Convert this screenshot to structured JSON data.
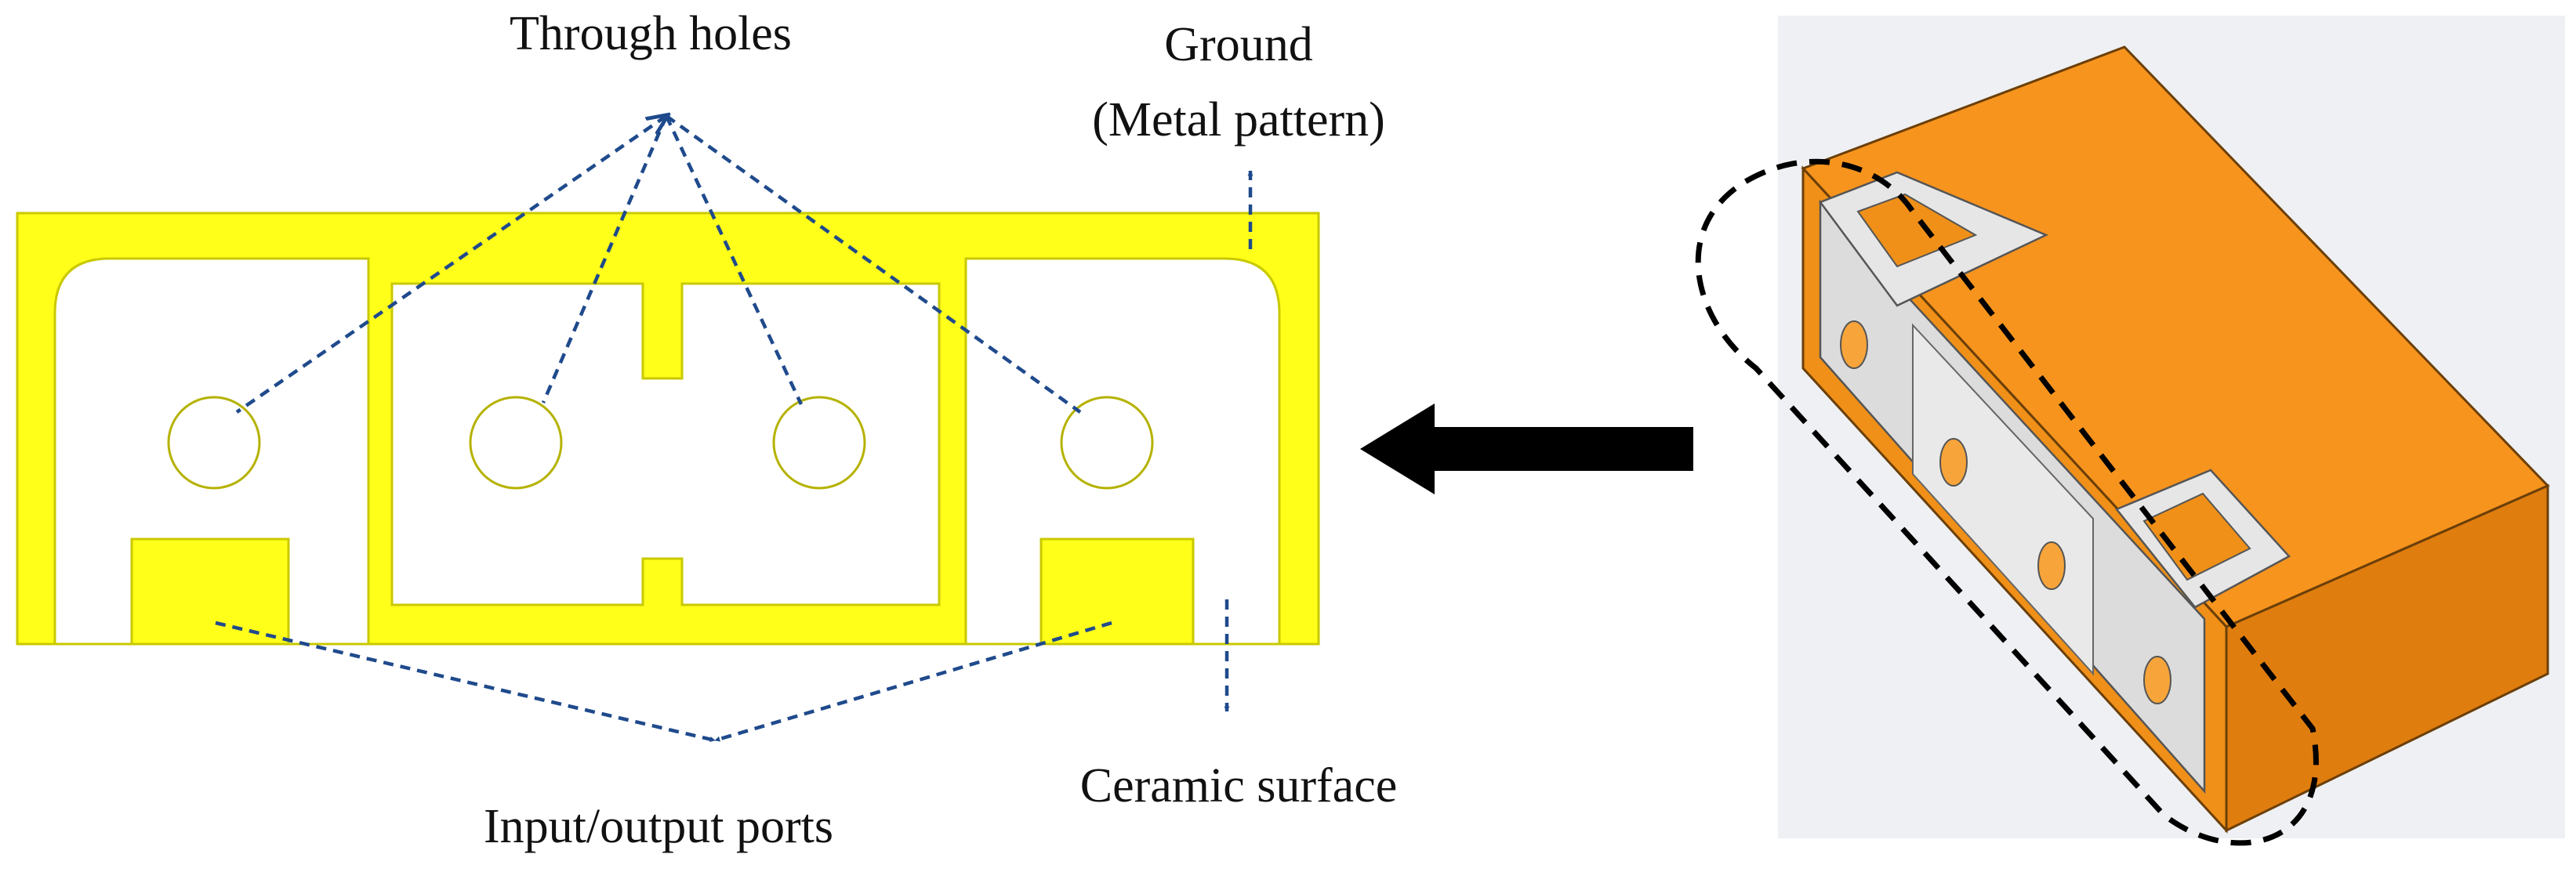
{
  "labels": {
    "through_holes": "Through holes",
    "ground": "Ground",
    "metal_pattern": "(Metal pattern)",
    "ceramic_surface": "Ceramic surface",
    "io_ports": "Input/output ports"
  },
  "colors": {
    "metal": "#ffff1a",
    "metal_edge": "#c9c900",
    "hole_outline": "#b5b200",
    "ceramic": "#ffffff",
    "arrow": "#1f4a8c",
    "orange_top": "#f7941e",
    "orange_side": "#e07d0f",
    "orange_front": "#f09018",
    "silver": "#dcdcdc"
  }
}
